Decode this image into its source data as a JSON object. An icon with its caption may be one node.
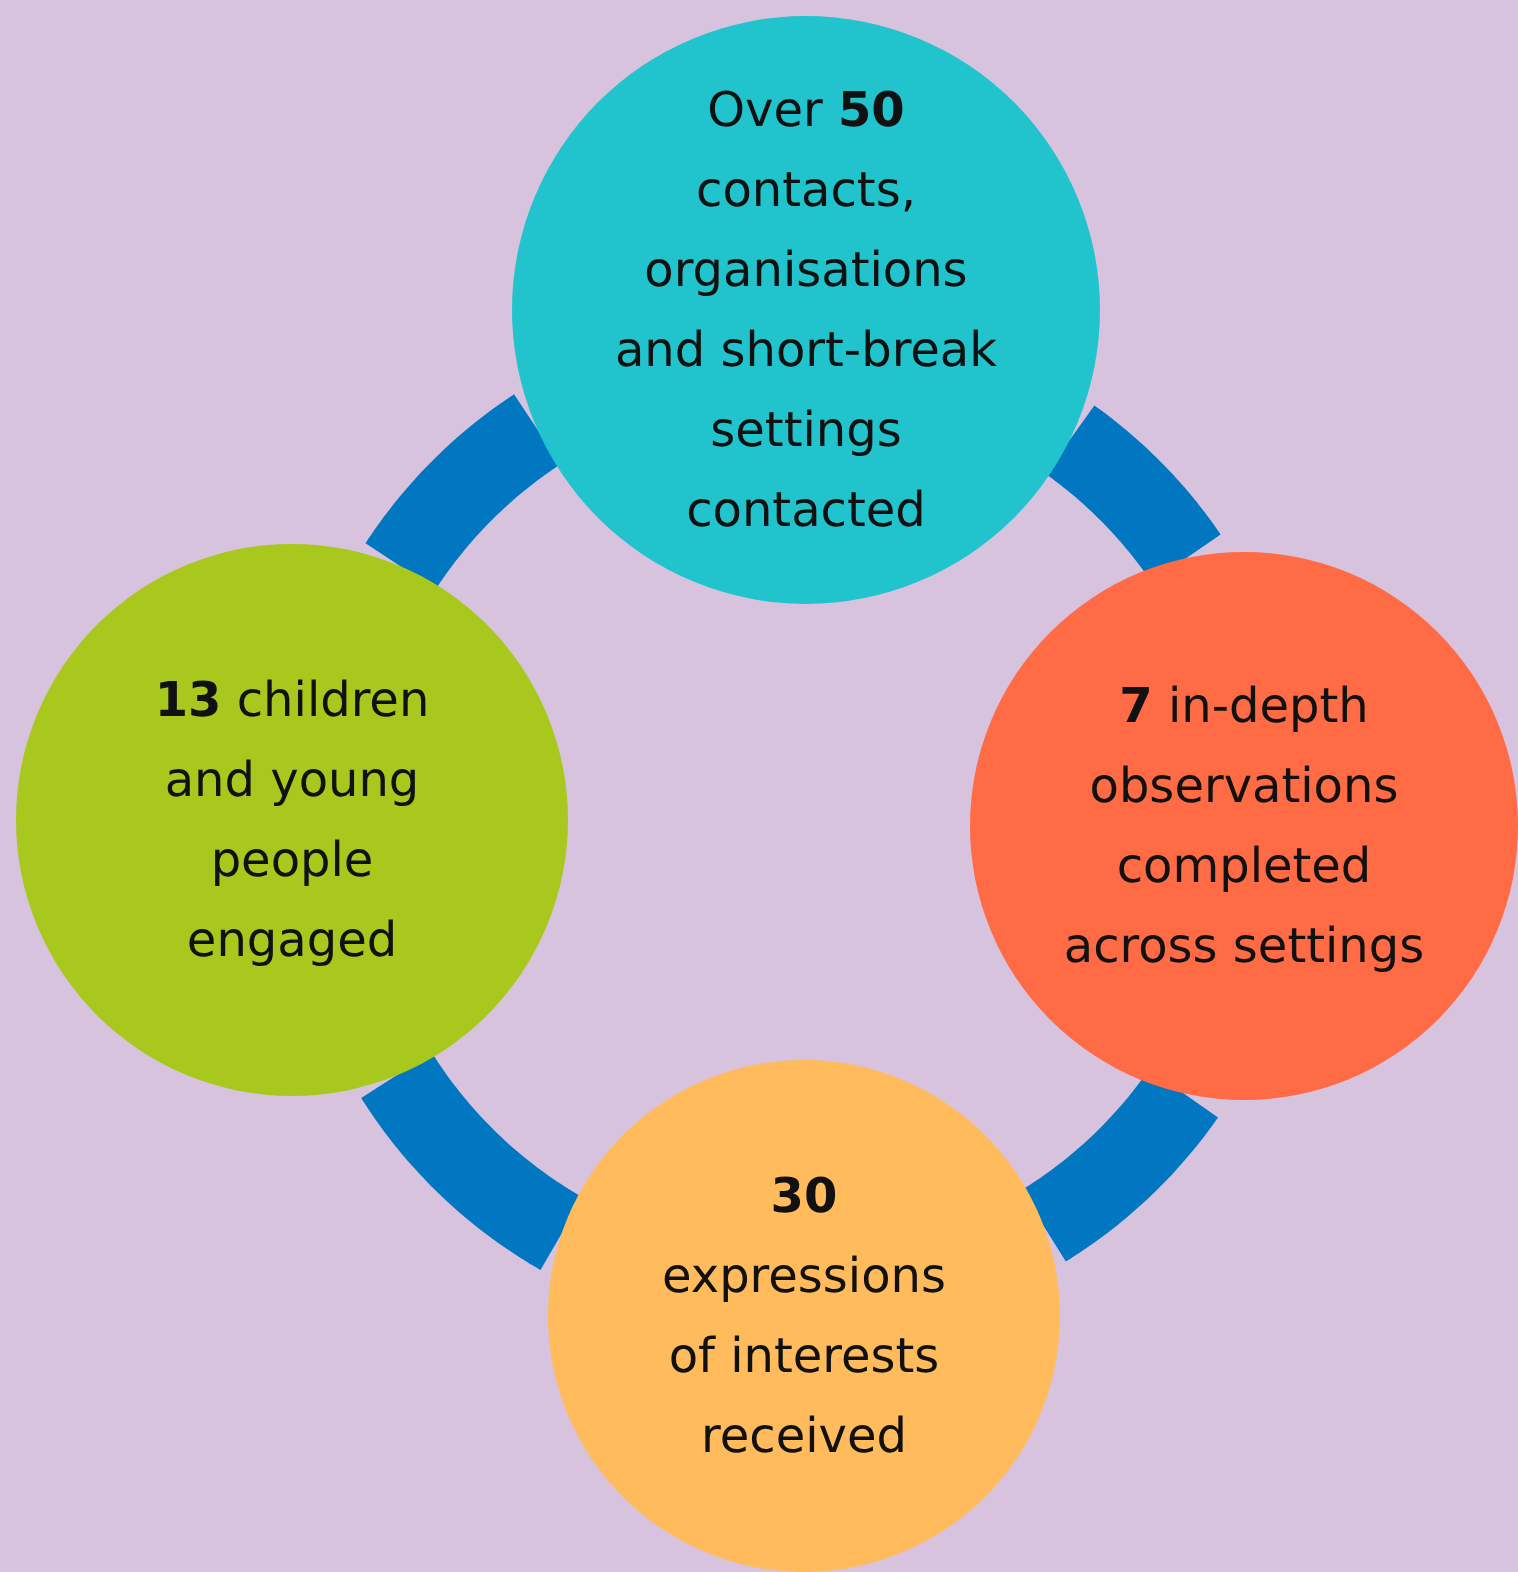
{
  "diagram": {
    "nodes": [
      {
        "text": [
          "Over **50** contacts, organisations and short-break settings contacted"
        ]
      },
      {
        "text": [
          "**13** children and young people engaged"
        ]
      },
      {
        "text": [
          "**7** in-depth observations completed across settings"
        ]
      },
      {
        "text": [
          "**30** expressions of interests received"
        ]
      }
    ],
    "edges": [
      {
        "from": 0,
        "to": 2,
        "arrow": "none"
      },
      {
        "from": 2,
        "to": 3,
        "arrow": "none"
      },
      {
        "from": 3,
        "to": 1,
        "arrow": "none"
      },
      {
        "from": 1,
        "to": 0,
        "arrow": "none"
      }
    ]
  }
}
